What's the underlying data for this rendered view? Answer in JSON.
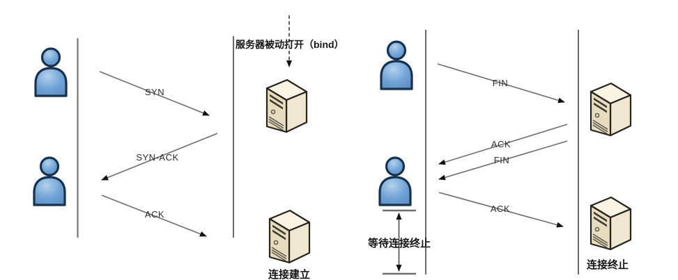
{
  "handshake": {
    "server_open_note": "服务器被动打开（bind）",
    "established_caption": "连接建立",
    "messages": [
      {
        "label": "SYN",
        "direction": "client-to-server"
      },
      {
        "label": "SYN-ACK",
        "direction": "server-to-client"
      },
      {
        "label": "ACK",
        "direction": "client-to-server"
      }
    ]
  },
  "termination": {
    "messages": [
      {
        "label": "FIN",
        "direction": "client-to-server"
      },
      {
        "label": "ACK",
        "direction": "server-to-client"
      },
      {
        "label": "FIN",
        "direction": "server-to-client"
      },
      {
        "label": "ACK",
        "direction": "client-to-server"
      }
    ],
    "wait_caption": "等待连接终止",
    "terminated_caption": "连接终止"
  },
  "colors": {
    "person_fill": "#6fa3d6",
    "person_outline": "#16324f",
    "server_front": "#e7dcbd",
    "server_side": "#efe7cf",
    "server_top": "#f8f3e3",
    "server_outline": "#26231d",
    "arrow_line": "#6e6e6e",
    "arrowhead": "#111111",
    "label_text": "#2e2e2e",
    "caption_text": "#141414"
  }
}
